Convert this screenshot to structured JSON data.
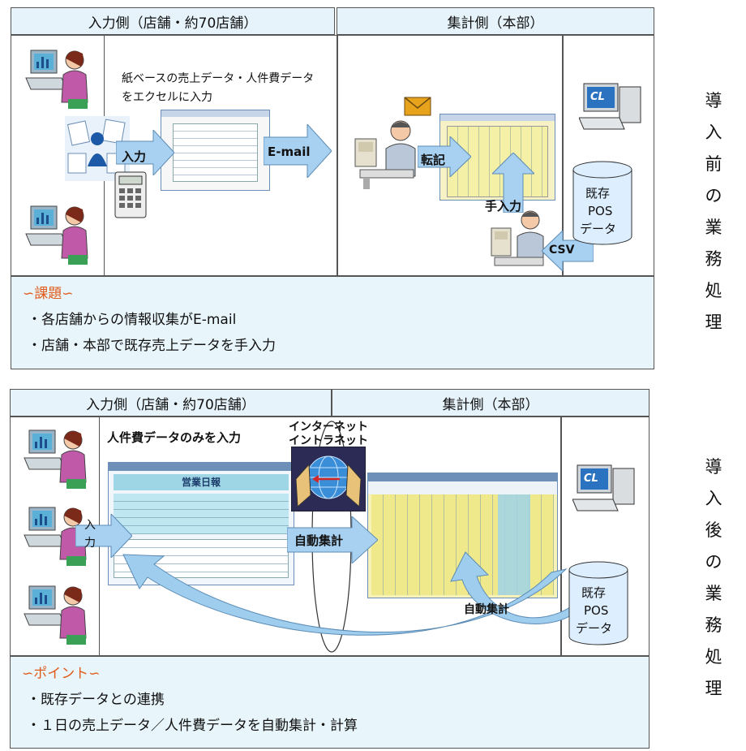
{
  "before": {
    "input_header": "入力側（店舗・約70店舗）",
    "aggregate_header": "集計側（本部）",
    "note": "紙ベースの売上データ・人件費データをエクセルに入力",
    "arrow_input": "入力",
    "arrow_email": "E-mail",
    "arrow_transcribe": "転記",
    "manual_input": "手入力",
    "csv": "CSV",
    "pos_db": [
      "既存",
      "POS",
      "データ"
    ],
    "issue_title": "∽課題∽",
    "issues": [
      "・各店舗からの情報収集がE-mail",
      "・店舗・本部で既存売上データを手入力"
    ],
    "side_label": "導入前の業務処理",
    "server_logo": "CL"
  },
  "after": {
    "input_header": "入力側（店舗・約70店舗）",
    "aggregate_header": "集計側（本部）",
    "note": "人件費データのみを入力",
    "network_label": [
      "インターネット",
      "イントラネット"
    ],
    "arrow_input": "入力",
    "arrow_auto": "自動集計",
    "auto_agg": "自動集計",
    "pos_db": [
      "既存",
      "POS",
      "データ"
    ],
    "point_title": "∽ポイント∽",
    "points": [
      "・既存データとの連携",
      "・１日の売上データ／人件費データを自動集計・計算"
    ],
    "side_label": "導入後の業務処理",
    "server_logo": "CL",
    "form_title": "営業日報"
  },
  "colors": {
    "header_bg": "#e6f3fa",
    "issue_bg": "#e8f5fb",
    "accent": "#e05a1a",
    "arrow": "#a8d0f0"
  }
}
